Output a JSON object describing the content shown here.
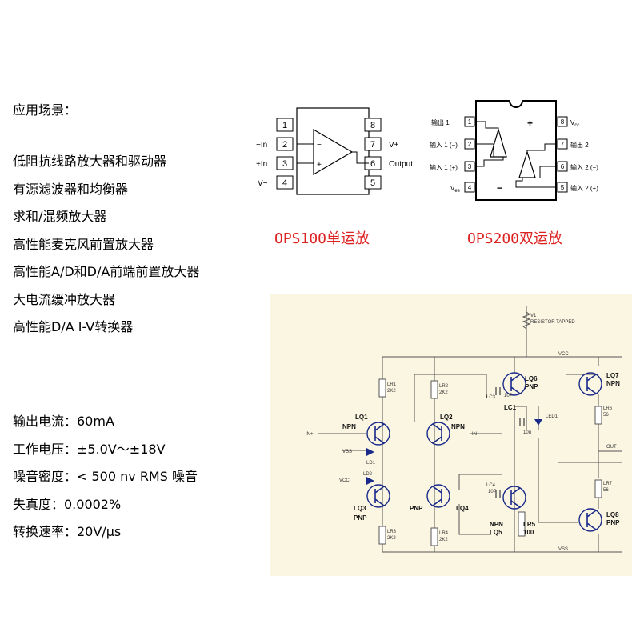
{
  "applications": {
    "title": "应用场景：",
    "items": [
      "低阻抗线路放大器和驱动器",
      "有源滤波器和均衡器",
      "求和/混频放大器",
      "高性能麦克风前置放大器",
      "高性能A/D和D/A前端前置放大器",
      "大电流缓冲放大器",
      "高性能D/A I-V转换器"
    ]
  },
  "specs": [
    "输出电流：60mA",
    "工作电压：±5.0V～±18V",
    "噪音密度：< 500 nv RMS 噪音",
    "失真度：0.0002%",
    "转换速率：20V/μs"
  ],
  "ops100": {
    "caption": "OPS100单运放",
    "left_pins": [
      "1",
      "2",
      "3",
      "4"
    ],
    "right_pins": [
      "8",
      "7",
      "6",
      "5"
    ],
    "left_labels": [
      "−In",
      "+In",
      "V−"
    ],
    "right_labels": [
      "V+",
      "Output"
    ],
    "minus": "−",
    "plus": "+"
  },
  "ops200": {
    "caption": "OPS200双运放",
    "left_pins": [
      "1",
      "2",
      "3",
      "4"
    ],
    "right_pins": [
      "8",
      "7",
      "6",
      "5"
    ],
    "left_labels": [
      "输出 1",
      "输入 1 (−)",
      "输入 1 (+)",
      "V"
    ],
    "left_sub": "ee",
    "right_labels": [
      "V",
      "输出 2",
      "输入 2 (−)",
      "输入 2 (+)"
    ],
    "right_sub": "cc",
    "plus_sign": "+",
    "minus_sign": "−"
  },
  "schematic": {
    "labels": {
      "vr": "V1",
      "vr_name": "RESISTOR TAPPED",
      "vcc": "VCC",
      "vss_bottom": "VSS",
      "out": "OUT",
      "in_plus": "IN+",
      "in_minus": "IN-",
      "vss_left": "VSS",
      "vcc_left": "VCC",
      "lr1": "LR1",
      "lr1v": "2K2",
      "lr2": "LR2",
      "lr2v": "2K2",
      "lr3": "LR3",
      "lr3v": "2K2",
      "lr4": "LR4",
      "lr4v": "2K2",
      "lr5": "LR5",
      "lr5v": "100",
      "lr6": "LR6",
      "lr6v": "56",
      "lr7": "LR7",
      "lr7v": "56",
      "lq1": "LQ1",
      "lq1t": "NPN",
      "lq2": "LQ2",
      "lq2t": "NPN",
      "lq3": "LQ3",
      "lq3t": "PNP",
      "lq4": "LQ4",
      "lq4t": "PNP",
      "lq5": "LQ5",
      "lq5t": "NPN",
      "lq6": "LQ6",
      "lq6t": "PNP",
      "lq7": "LQ7",
      "lq7t": "NPN",
      "lq8": "LQ8",
      "lq8t": "PNP",
      "ld1": "LD1",
      "ld2": "LD2",
      "led1": "LED1",
      "lc1": "LC1",
      "lc1v": "10u",
      "lc3": "LC3",
      "lc3v": "10P",
      "lc4": "LC4",
      "lc4v": "10P"
    }
  },
  "colors": {
    "caption_red": "#dd2222",
    "schematic_bg": "#fbf6e2",
    "wire": "#555555",
    "transistor_blue": "#1a2a8a"
  }
}
